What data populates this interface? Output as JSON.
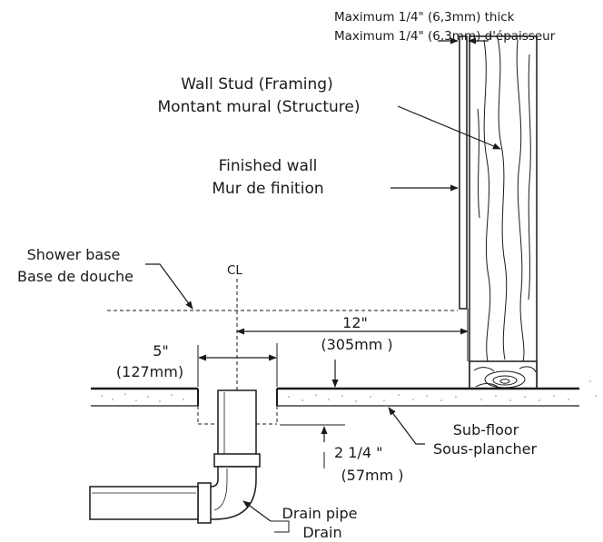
{
  "labels": {
    "thickness_en": "Maximum 1/4\" (6,3mm) thick",
    "thickness_fr": "Maximum 1/4\" (6,3mm) d'épaisseur",
    "stud_en": "Wall Stud (Framing)",
    "stud_fr": "Montant mural (Structure)",
    "finished_wall_en": "Finished wall",
    "finished_wall_fr": "Mur de finition",
    "shower_base_en": "Shower base",
    "shower_base_fr": "Base de douche",
    "centerline": "CL",
    "dim_12_in": "12\"",
    "dim_12_mm": "(305mm )",
    "dim_5_in": "5\"",
    "dim_5_mm": "(127mm)",
    "subfloor_en": "Sub-floor",
    "subfloor_fr": "Sous-plancher",
    "dim_2_in": "2 1/4 \"",
    "dim_2_mm": "(57mm )",
    "drain_en": "Drain pipe",
    "drain_fr": "Drain"
  }
}
